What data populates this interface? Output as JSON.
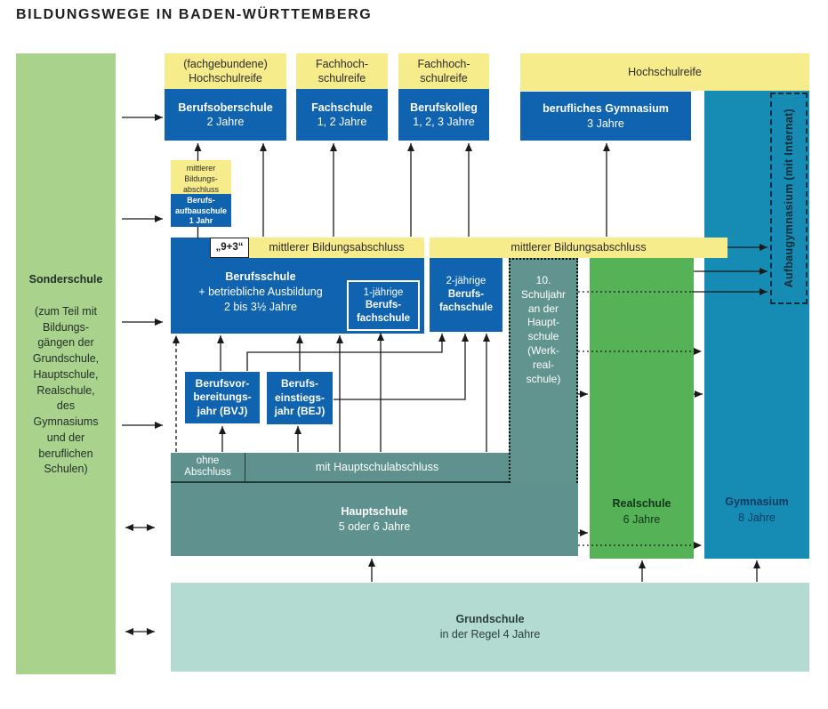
{
  "title": "BILDUNGSWEGE IN BADEN-WÜRTTEMBERG",
  "sonderschule": {
    "title": "Sonderschule",
    "body": "(zum Teil mit\nBildungs-\ngängen der\nGrundschule,\nHauptschule,\nRealschule,\ndes\nGymnasiums\nund der\nberuflichen\nSchulen)"
  },
  "top_paths": {
    "berufsoberschule": {
      "qualification": "(fachgebundene)\nHochschulreife",
      "title": "Berufsoberschule",
      "duration": "2 Jahre"
    },
    "fachschule": {
      "qualification": "Fachhoch-\nschulreife",
      "title": "Fachschule",
      "duration": "1, 2 Jahre"
    },
    "berufskolleg": {
      "qualification": "Fachhoch-\nschulreife",
      "title": "Berufskolleg",
      "duration": "1, 2, 3 Jahre"
    },
    "berufliches_gymnasium": {
      "qualification": "Hochschulreife",
      "title": "berufliches Gymnasium",
      "duration": "3 Jahre"
    }
  },
  "berufsaufbauschule": {
    "qualification": "mittlerer\nBildungs-\nabschluss",
    "title": "Berufs-\naufbauschule\n1 Jahr"
  },
  "nine_plus_three": "„9+3“",
  "mittlerer_abschluss_left": "mittlerer Bildungsabschluss",
  "mittlerer_abschluss_right": "mittlerer Bildungsabschluss",
  "berufsschule": {
    "title": "Berufsschule",
    "line2": "+ betriebliche Ausbildung",
    "line3": "2 bis 3½ Jahre"
  },
  "berufsfachschule_1": {
    "line1": "1-jährige",
    "bold": "Berufs-\nfachschule"
  },
  "berufsfachschule_2": {
    "line1": "2-jährige",
    "bold": "Berufs-\nfachschule"
  },
  "bvj": "Berufsvor-\nbereitungs-\njahr (BVJ)",
  "bej": "Berufs-\neinstiegs-\njahr (BEJ)",
  "tenth_year": "10.\nSchuljahr\nan der\nHaupt-\nschule\n(Werk-\nreal-\nschule)",
  "abschluss_bar": {
    "ohne": "ohne\nAbschluss",
    "mit": "mit Hauptschulabschluss"
  },
  "hauptschule": {
    "title": "Hauptschule",
    "duration": "5 oder 6 Jahre"
  },
  "realschule": {
    "title": "Realschule",
    "duration": "6 Jahre"
  },
  "gymnasium": {
    "title": "Gymnasium",
    "duration": "8 Jahre"
  },
  "aufbaugymnasium": "Aufbaugymnasium (mit Internat)",
  "grundschule": {
    "title": "Grundschule",
    "duration": "in der Regel 4 Jahre"
  },
  "colors": {
    "box_blue": "#1063ae",
    "qualification_yellow": "#f7ec8c",
    "sonderschule_green": "#a9d28d",
    "hauptschule_teal": "#5f928e",
    "tenth_year_teal": "#61948f",
    "realschule_green": "#56b257",
    "gymnasium_blue": "#168cb4",
    "grundschule_mint": "#b3dbd1",
    "line_black": "#1a1a1a"
  }
}
